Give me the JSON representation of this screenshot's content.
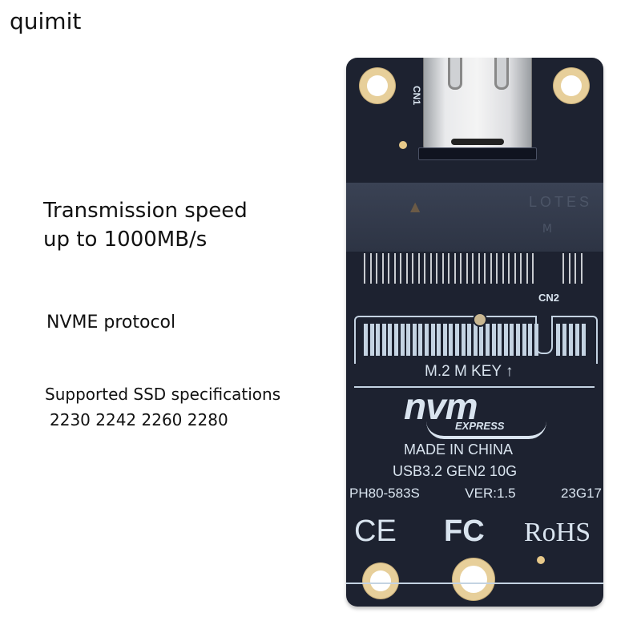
{
  "brand": "quimit",
  "features": {
    "speed_line1": "Transmission speed",
    "speed_line2": "up to 1000MB/s",
    "protocol": "NVME protocol",
    "spec_label": "Supported SSD specifications",
    "spec_sizes": "2230 2242 2260 2280"
  },
  "pcb": {
    "connector_label": "CN1",
    "slot_label": "CN2",
    "slot_brand": "LOTES",
    "slot_key_letter": "M",
    "key_label": "M.2 M KEY",
    "key_arrow": "↑",
    "logo_main": "nvm",
    "logo_sub": "EXPRESS",
    "made_in": "MADE IN CHINA",
    "usb_spec": "USB3.2 GEN2 10G",
    "model": "PH80-583S",
    "version": "VER:1.5",
    "date_code": "23G17",
    "cert_ce": "CE",
    "cert_fc": "FC",
    "cert_rohs": "RoHS"
  },
  "colors": {
    "pcb": "#1d2230",
    "silkscreen": "#d9e4ef",
    "gold_pad": "#e7cf9a"
  }
}
